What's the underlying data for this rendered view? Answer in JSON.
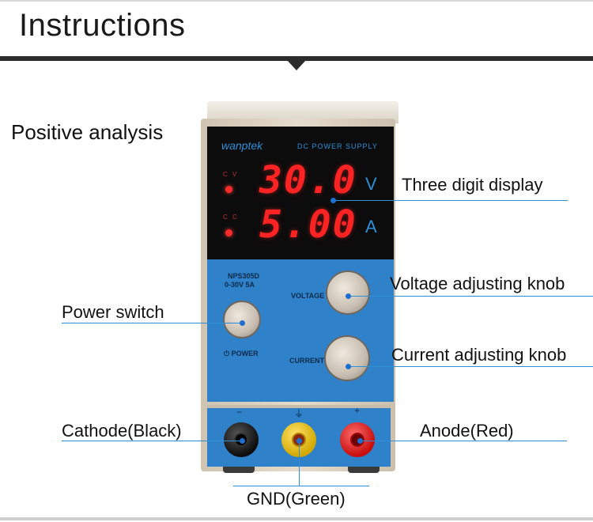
{
  "header": {
    "title": "Instructions"
  },
  "section": {
    "title": "Positive analysis"
  },
  "device": {
    "brand": "wanptek",
    "subtitle": "DC POWER SUPPLY",
    "model": "NPS305D",
    "range": "0-30V 5A",
    "indicators": {
      "cv": "C V",
      "cc": "C C"
    },
    "display": {
      "voltage": "30.0",
      "voltage_unit": "V",
      "current": "5.00",
      "current_unit": "A"
    },
    "knob_labels": {
      "voltage": "VOLTAGE",
      "current": "CURRENT"
    },
    "power_label": "POWER",
    "terminal_symbols": {
      "negative": "−",
      "ground": "⏚",
      "positive": "+"
    }
  },
  "callouts": {
    "display": "Three digit display",
    "voltage_knob": "Voltage adjusting knob",
    "power_switch": "Power switch",
    "current_knob": "Current adjusting knob",
    "cathode": "Cathode(Black)",
    "anode": "Anode(Red)",
    "gnd": "GND(Green)"
  },
  "colors": {
    "accent_line": "#2d8fd6",
    "panel_blue": "#2f82c9",
    "led_red": "#ff2323",
    "header_bar": "#2b2b2b"
  }
}
